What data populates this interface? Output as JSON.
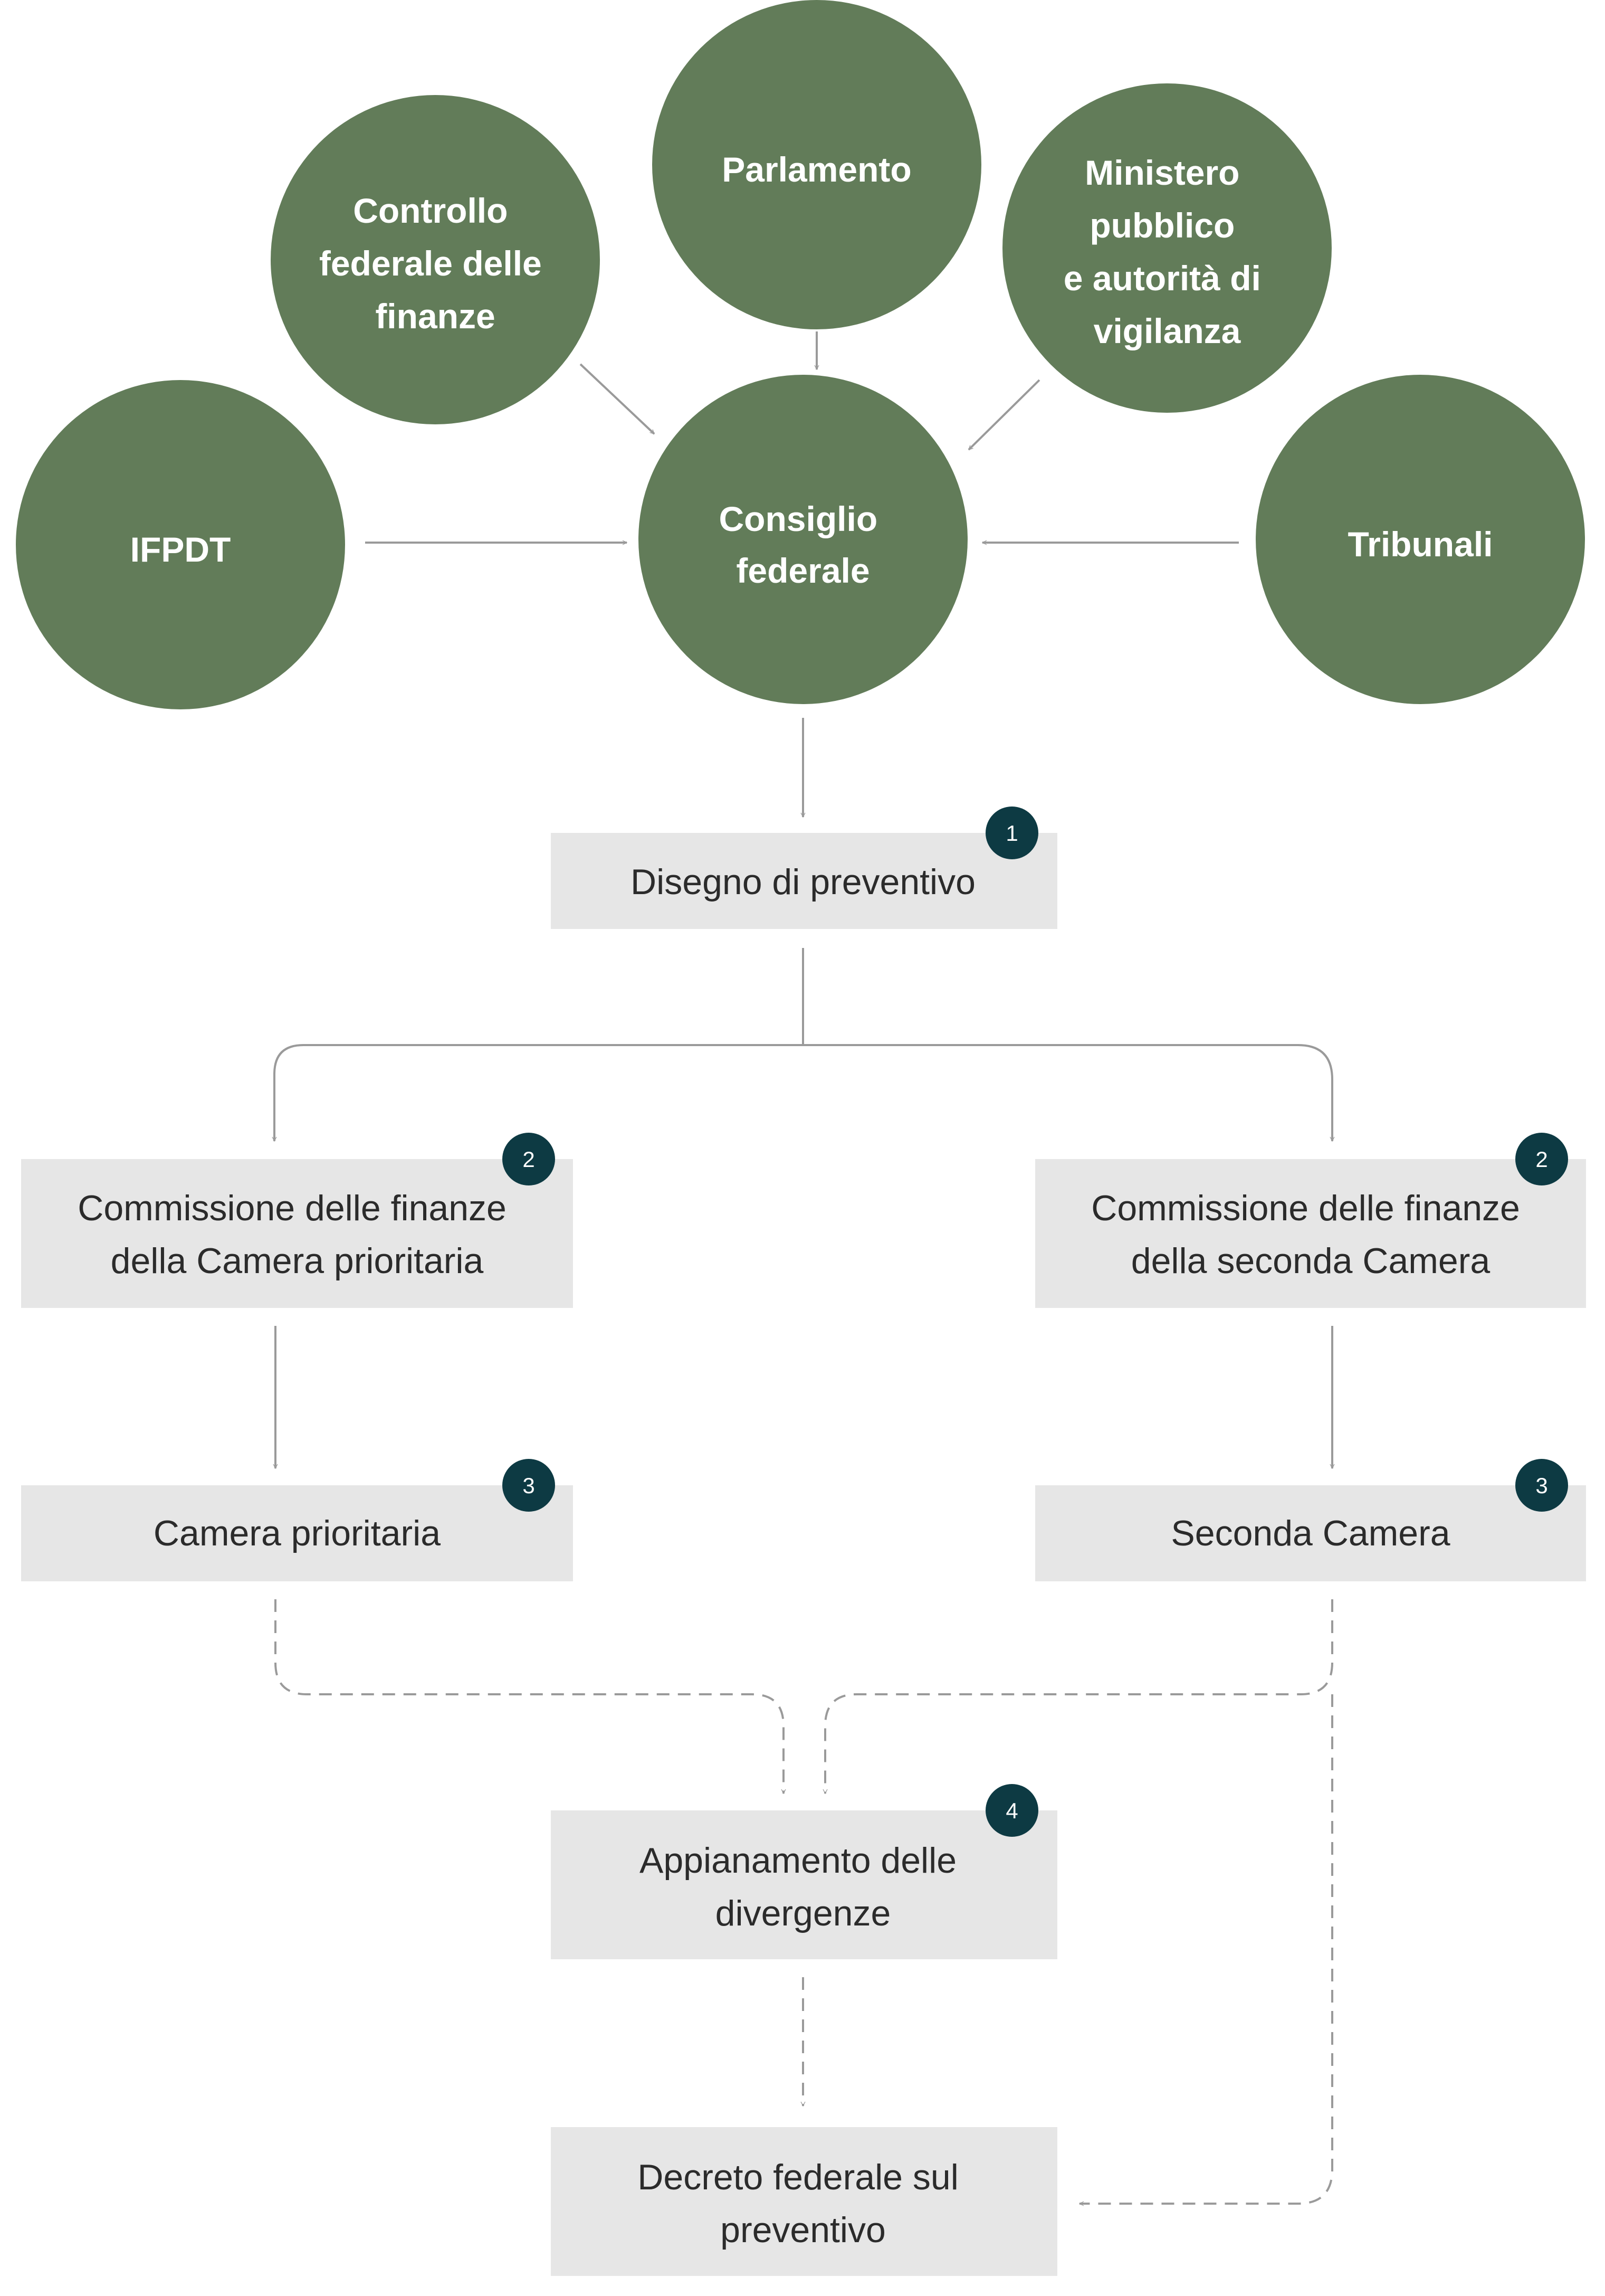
{
  "colors": {
    "circle_fill": "#627c59",
    "box_fill": "#e6e6e6",
    "badge_fill": "#0d3a43",
    "connector": "#9a9a9a",
    "circle_text": "#ffffff",
    "box_text": "#2b2b2b"
  },
  "actors": {
    "controllo": [
      "Controllo",
      "federale delle",
      "finanze"
    ],
    "parlamento": [
      "Parlamento"
    ],
    "ministero": [
      "Ministero",
      "pubblico",
      "e autorità di",
      "vigilanza"
    ],
    "ifpdt": [
      "IFPDT"
    ],
    "consiglio": [
      "Consiglio",
      "federale"
    ],
    "tribunali": [
      "Tribunali"
    ]
  },
  "steps": {
    "disegno": {
      "lines": [
        "Disegno di preventivo"
      ],
      "badge": "1"
    },
    "commissione_prioritaria": {
      "lines": [
        "Commissione delle finanze",
        "della Camera prioritaria"
      ],
      "badge": "2"
    },
    "commissione_seconda": {
      "lines": [
        "Commissione delle finanze",
        "della seconda Camera"
      ],
      "badge": "2"
    },
    "camera_prioritaria": {
      "lines": [
        "Camera prioritaria"
      ],
      "badge": "3"
    },
    "seconda_camera": {
      "lines": [
        "Seconda Camera"
      ],
      "badge": "3"
    },
    "appianamento": {
      "lines": [
        "Appianamento delle",
        "divergenze"
      ],
      "badge": "4"
    },
    "decreto": {
      "lines": [
        "Decreto federale sul",
        "preventivo"
      ],
      "badge": ""
    }
  }
}
